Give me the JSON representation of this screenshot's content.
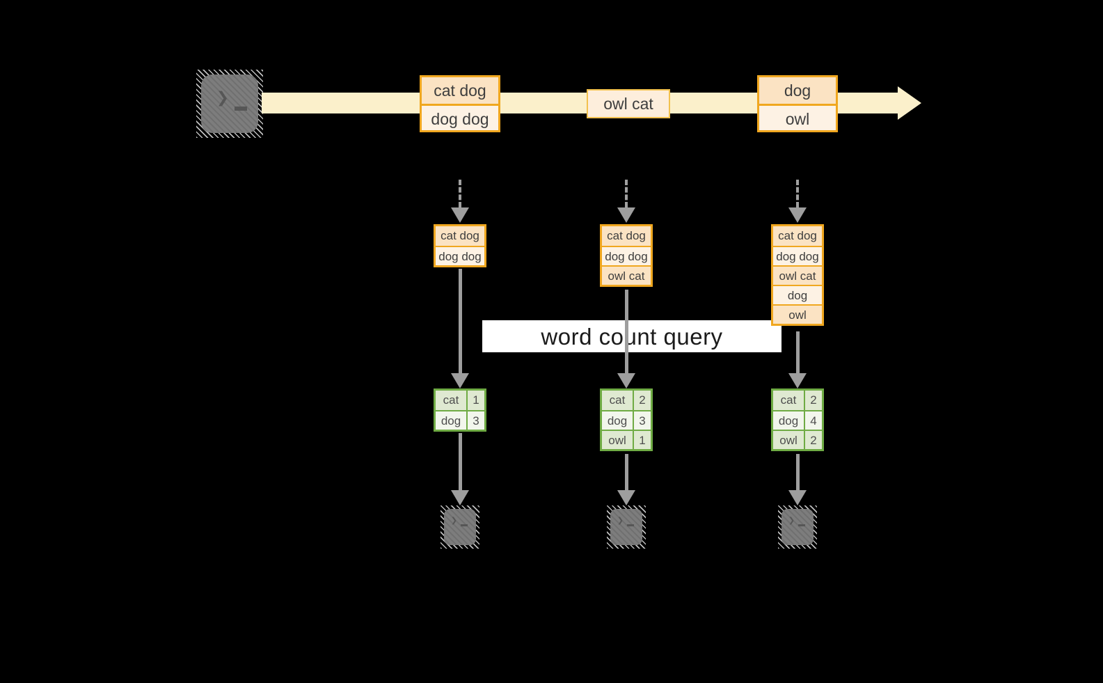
{
  "banner": {
    "label": "word count query"
  },
  "source": {
    "icon": "terminal-icon"
  },
  "stream": {
    "events": [
      {
        "lines": [
          "cat dog",
          "dog dog"
        ]
      },
      {
        "lines": [
          "owl cat"
        ]
      },
      {
        "lines": [
          "dog",
          "owl"
        ]
      }
    ]
  },
  "columns": [
    {
      "buffer": [
        "cat dog",
        "dog dog"
      ],
      "counts": [
        {
          "word": "cat",
          "count": 1
        },
        {
          "word": "dog",
          "count": 3
        }
      ],
      "sink_icon": "terminal-icon"
    },
    {
      "buffer": [
        "cat dog",
        "dog dog",
        "owl cat"
      ],
      "counts": [
        {
          "word": "cat",
          "count": 2
        },
        {
          "word": "dog",
          "count": 3
        },
        {
          "word": "owl",
          "count": 1
        }
      ],
      "sink_icon": "terminal-icon"
    },
    {
      "buffer": [
        "cat dog",
        "dog dog",
        "owl cat",
        "dog",
        "owl"
      ],
      "counts": [
        {
          "word": "cat",
          "count": 2
        },
        {
          "word": "dog",
          "count": 4
        },
        {
          "word": "owl",
          "count": 2
        }
      ],
      "sink_icon": "terminal-icon"
    }
  ],
  "colors": {
    "background": "#000000",
    "stream_fill": "#FBF0CB",
    "event_fill_dark": "#FBE3C3",
    "event_fill_light": "#FDF2E4",
    "event_border": "#F0A71F",
    "single_event_border": "#F2C14E",
    "table_border": "#6FAB44",
    "table_fill_dark": "#DFE9D1",
    "table_fill_light": "#F2F6EC",
    "arrow_gray": "#9E9E9E",
    "terminal_gray": "#7D7D7D"
  },
  "glyphs": {
    "terminal_prompt": "❯"
  }
}
